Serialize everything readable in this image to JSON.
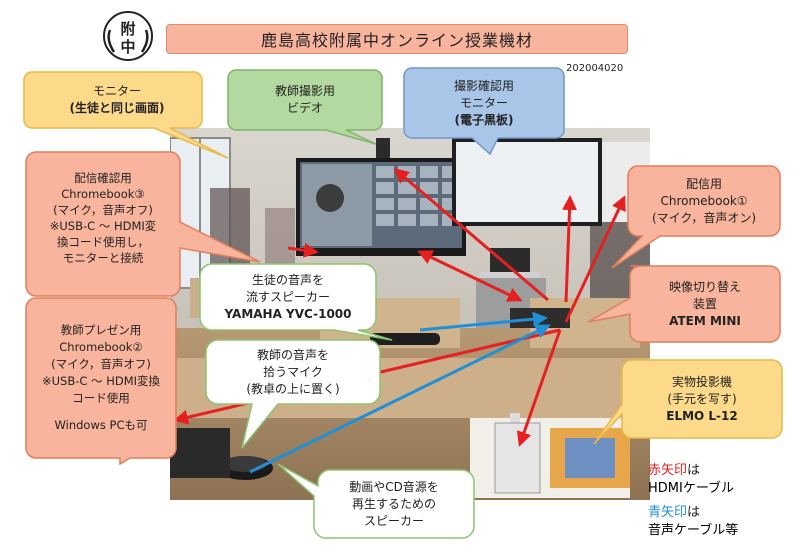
{
  "header": {
    "title": "鹿島高校附属中オンライン授業機材",
    "date": "202004020",
    "logo_text": [
      "附",
      "中"
    ]
  },
  "callouts": {
    "monitor": {
      "lines": [
        "モニター",
        "(生徒と同じ画面)"
      ]
    },
    "teacher_video": {
      "lines": [
        "教師撮影用",
        "ビデオ"
      ]
    },
    "confirm_monitor": {
      "lines": [
        "撮影確認用",
        "モニター",
        "(電子黒板)"
      ]
    },
    "chromebook3": {
      "lines": [
        "配信確認用",
        "Chromebook③",
        "(マイク，音声オフ)",
        "※USB-C ～ HDMI変",
        "換コード使用し，",
        "モニターと接続"
      ]
    },
    "chromebook1": {
      "lines": [
        "配信用",
        "Chromebook①",
        "(マイク，音声オン)"
      ]
    },
    "speaker": {
      "lines": [
        "生徒の音声を",
        "流すスピーカー",
        "YAMAHA YVC-1000"
      ]
    },
    "switcher": {
      "lines": [
        "映像切り替え",
        "装置",
        "ATEM MINI"
      ]
    },
    "chromebook2": {
      "lines": [
        "教師プレゼン用",
        "Chromebook②",
        "(マイク，音声オフ)",
        "※USB-C ～ HDMI変換",
        "コード使用",
        "",
        "Windows PCも可"
      ]
    },
    "mic": {
      "lines": [
        "教師の音声を",
        "拾うマイク",
        "(教卓の上に置く)"
      ]
    },
    "document_camera": {
      "lines": [
        "実物投影機",
        "(手元を写す)",
        "ELMO L-12"
      ]
    },
    "cd_speaker": {
      "lines": [
        "動画やCD音源を",
        "再生するための",
        "スピーカー"
      ]
    }
  },
  "legend": {
    "red": {
      "lines": [
        "赤矢印は",
        "HDMIケーブル"
      ],
      "highlight": "赤矢印",
      "color": "#e62020"
    },
    "blue": {
      "lines": [
        "青矢印は",
        "音声ケーブル等"
      ],
      "highlight": "青矢印",
      "color": "#1f8fd6"
    }
  },
  "colors": {
    "orange_fill": "#f8b49c",
    "orange_stroke": "#e07f5c",
    "yellow_fill": "#fdd98a",
    "yellow_stroke": "#e8b84a",
    "green_fill": "#b3d8a0",
    "green_stroke": "#7fb46a",
    "blue_fill": "#a9c5e8",
    "blue_stroke": "#6f97cf",
    "white_fill": "#ffffff",
    "white_stroke": "#8cc56e",
    "arrow_red": "#e62020",
    "arrow_blue": "#1f8fd6"
  }
}
